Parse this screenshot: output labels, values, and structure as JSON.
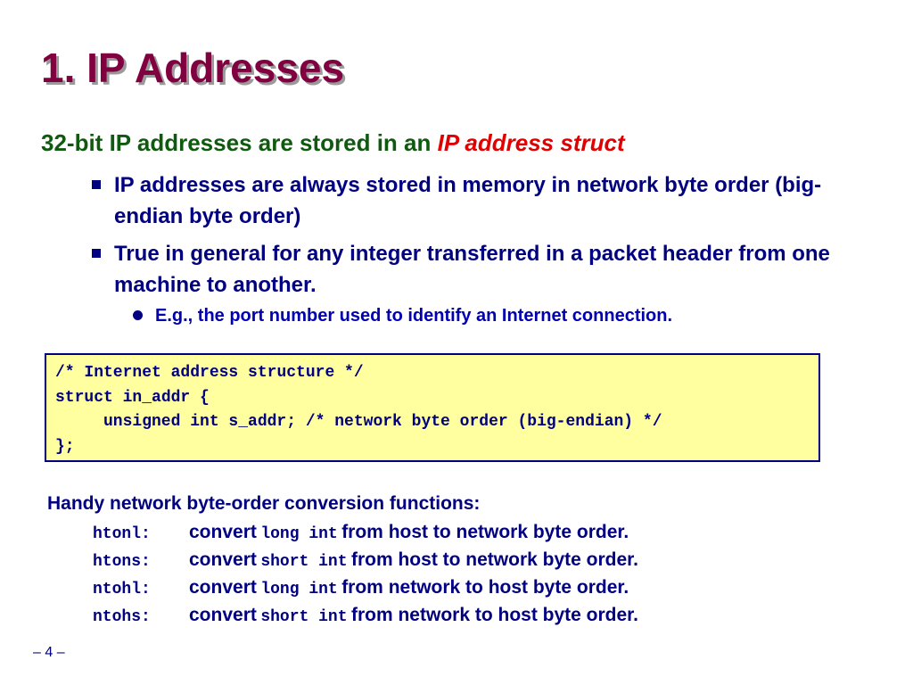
{
  "slide": {
    "title": "1. IP Addresses",
    "subtitle_plain": "32-bit IP addresses are stored in an ",
    "subtitle_emphasis": "IP address struct",
    "bullets": [
      {
        "text": "IP addresses are always stored in memory in network byte order (big-endian byte order)"
      },
      {
        "text": "True in general for any integer transferred in a packet header from one machine to another."
      }
    ],
    "sub_bullet": "E.g., the port number used to identify an Internet connection.",
    "code": {
      "lines": [
        "/* Internet address structure */",
        "struct in_addr {",
        "unsigned int s_addr; /* network byte order (big-endian) */",
        "};"
      ]
    },
    "conversion": {
      "heading": "Handy network byte-order conversion functions:",
      "rows": [
        {
          "name": "htonl:",
          "convert": "convert",
          "type": "long int",
          "desc": "from host to network byte order."
        },
        {
          "name": "htons:",
          "convert": "convert",
          "type": "short int",
          "desc": "from host to network byte order."
        },
        {
          "name": "ntohl:",
          "convert": "convert",
          "type": "long int",
          "desc": "from network to host byte order."
        },
        {
          "name": "ntohs:",
          "convert": "convert",
          "type": "short int",
          "desc": "from network to host byte order."
        }
      ]
    },
    "page_number": "– 4 –",
    "colors": {
      "title": "#800040",
      "subtitle": "#0f5a0f",
      "emphasis": "#e00000",
      "body": "#000080",
      "code_background": "#ffffa0"
    },
    "icons": {
      "bullet": "square-bullet-icon",
      "sub_bullet": "round-bullet-icon"
    }
  }
}
